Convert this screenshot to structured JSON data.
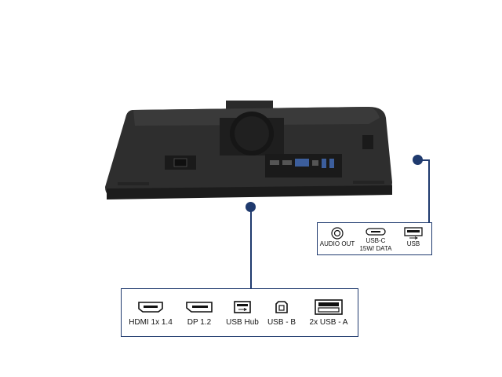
{
  "colors": {
    "accent": "#1f3a6e",
    "monitor_body": "#2b2b2b",
    "icon_stroke": "#111111"
  },
  "side_ports": {
    "items": [
      {
        "icon": "audio-out-icon",
        "label": "AUDIO OUT"
      },
      {
        "icon": "usb-c-icon",
        "label_line1": "USB-C",
        "label_line2": "15W/ DATA"
      },
      {
        "icon": "usb-a-icon",
        "label": "USB"
      }
    ]
  },
  "rear_ports": {
    "items": [
      {
        "icon": "hdmi-icon",
        "label": "HDMI 1x 1.4"
      },
      {
        "icon": "displayport-icon",
        "label": "DP 1.2"
      },
      {
        "icon": "usb-hub-icon",
        "label": "USB Hub"
      },
      {
        "icon": "usb-b-icon",
        "label": "USB - B"
      },
      {
        "icon": "usb-a-double-icon",
        "label": "2x USB - A"
      }
    ]
  }
}
